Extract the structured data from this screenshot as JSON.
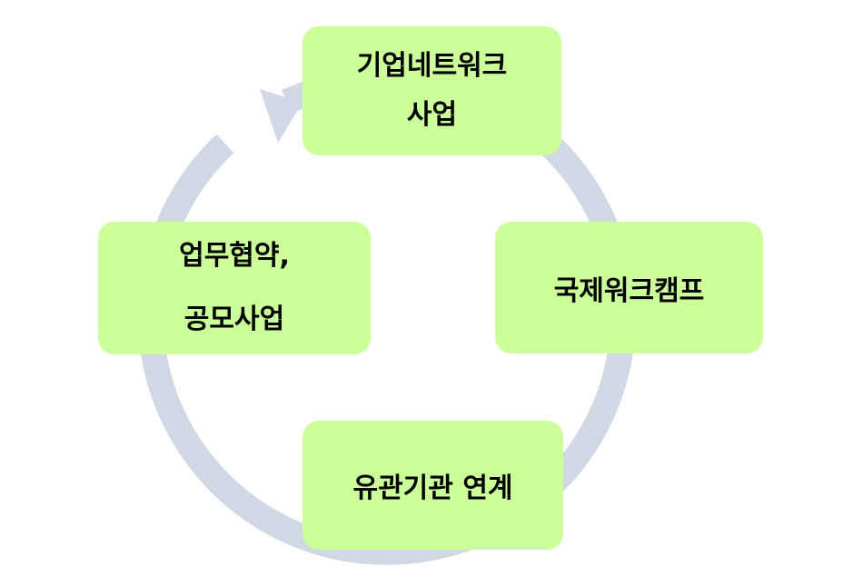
{
  "diagram": {
    "colors": {
      "node_fill": "#ccff99",
      "cycle_arrow": "#d0d8e6",
      "text": "#000000",
      "background": "#ffffff"
    },
    "nodes": {
      "top": {
        "line1": "기업네트워크",
        "line2": "사업"
      },
      "right": {
        "line1": "국제워크캠프"
      },
      "bottom": {
        "line1": "유관기관 연계"
      },
      "left": {
        "line1": "업무협약,",
        "line2": "공모사업"
      }
    }
  }
}
